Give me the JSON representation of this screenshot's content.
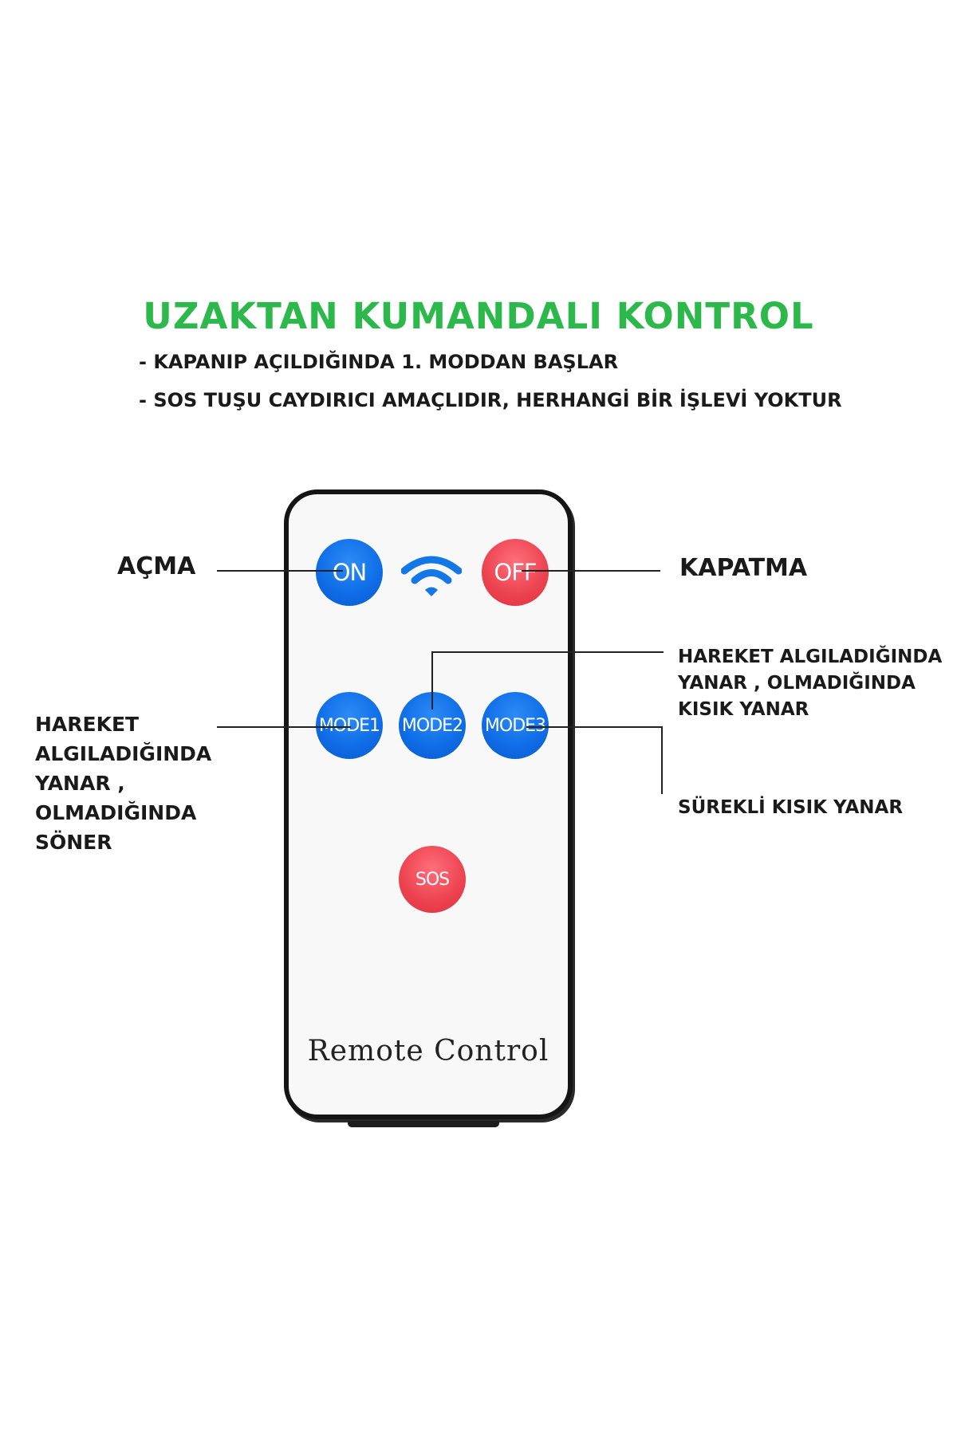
{
  "header": {
    "title": "UZAKTAN KUMANDALI KONTROL",
    "notes": [
      "- KAPANIP AÇILDIĞINDA 1. MODDAN BAŞLAR",
      "- SOS TUŞU CAYDIRICI AMAÇLIDIR, HERHANGİ BİR İŞLEVİ YOKTUR"
    ]
  },
  "remote": {
    "buttons": {
      "on": "ON",
      "off": "OFF",
      "mode1": "MODE1",
      "mode2": "MODE2",
      "mode3": "MODE3",
      "sos": "SOS"
    },
    "label": "Remote Control",
    "icon": "wifi-icon"
  },
  "callouts": {
    "on": "AÇMA",
    "off": "KAPATMA",
    "mode1": "HAREKET ALGILADIĞINDA YANAR , OLMADIĞINDA SÖNER",
    "mode2": "HAREKET ALGILADIĞINDA YANAR , OLMADIĞINDA KISIK YANAR",
    "mode3": "SÜREKLİ KISIK YANAR"
  },
  "colors": {
    "title": "#2cb84a",
    "blue_button": "#106ee8",
    "red_button": "#ee4552",
    "text": "#1a1a1a",
    "remote_border": "#151515"
  }
}
